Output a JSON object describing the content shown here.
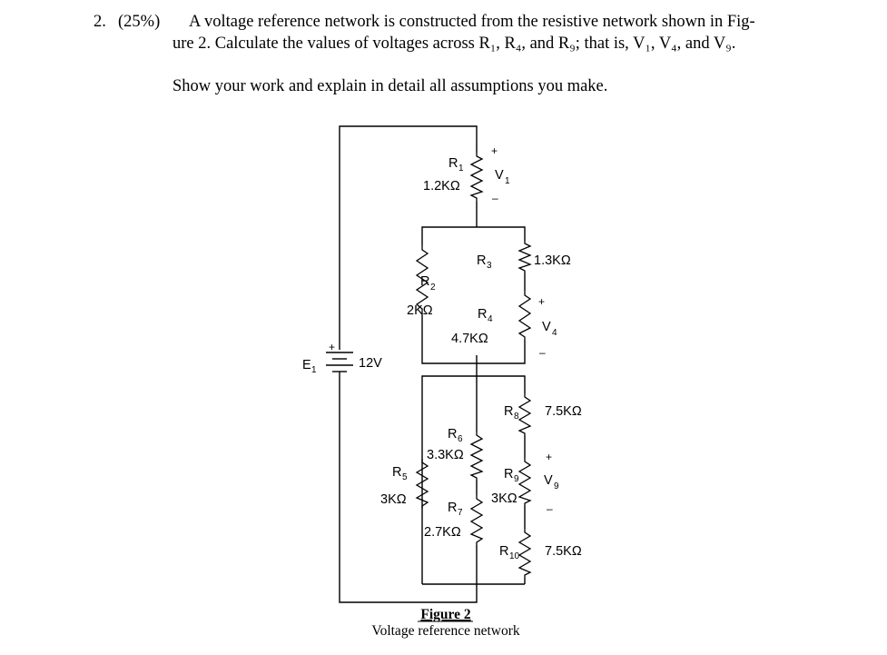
{
  "question": {
    "number": "2.",
    "marks": "(25%)",
    "line1": "A voltage reference network is constructed from the resistive network shown in Fig-",
    "line2": "ure 2.  Calculate the values of voltages across R₁, R₄, and R₉; that is, V₁, V₄, and V₉.",
    "instruction": "Show your work and explain in detail all assumptions you make."
  },
  "circuit": {
    "source": {
      "name": "E",
      "sub": "1",
      "value": "12V",
      "polarity": "+"
    },
    "resistors": [
      {
        "id": "R1",
        "name": "R",
        "sub": "1",
        "value": "1.2KΩ"
      },
      {
        "id": "R2",
        "name": "R",
        "sub": "2",
        "value": "2KΩ"
      },
      {
        "id": "R3",
        "name": "R",
        "sub": "3",
        "value": "1.3KΩ"
      },
      {
        "id": "R4",
        "name": "R",
        "sub": "4",
        "value": "4.7KΩ"
      },
      {
        "id": "R5",
        "name": "R",
        "sub": "5",
        "value": "3KΩ"
      },
      {
        "id": "R6",
        "name": "R",
        "sub": "6",
        "value": "3.3KΩ"
      },
      {
        "id": "R7",
        "name": "R",
        "sub": "7",
        "value": "2.7KΩ"
      },
      {
        "id": "R8",
        "name": "R",
        "sub": "8",
        "value": "7.5KΩ"
      },
      {
        "id": "R9",
        "name": "R",
        "sub": "9",
        "value": "3KΩ"
      },
      {
        "id": "R10",
        "name": "R",
        "sub": "10",
        "value": "7.5KΩ"
      }
    ],
    "voltages": [
      {
        "id": "V1",
        "name": "V",
        "sub": "1",
        "plus": "+",
        "minus": "–"
      },
      {
        "id": "V4",
        "name": "V",
        "sub": "4",
        "plus": "+",
        "minus": "–"
      },
      {
        "id": "V9",
        "name": "V",
        "sub": "9",
        "plus": "+",
        "minus": "–"
      }
    ]
  },
  "caption": {
    "title": "Figure 2",
    "subtitle": "Voltage reference network"
  }
}
